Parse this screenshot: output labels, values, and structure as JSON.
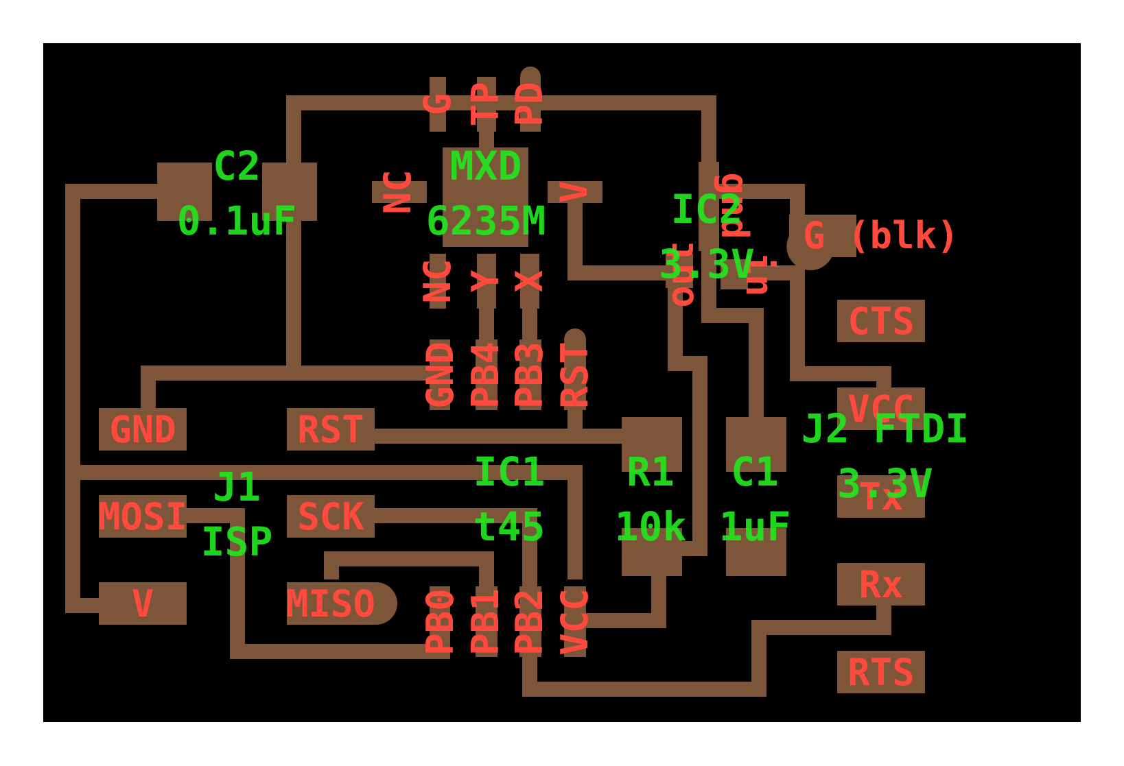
{
  "colors": {
    "background": "#ffffff",
    "board": "#000000",
    "copper": "#7d5538",
    "pad_text": "#ff4a3d",
    "part_text": "#22e61e"
  },
  "pads": {
    "gnd_left": "GND",
    "rst_left": "RST",
    "mosi": "MOSI",
    "sck": "SCK",
    "miso": "MISO",
    "v_left": "V",
    "g_top": "G",
    "tp": "TP",
    "pd": "PD",
    "nc_left": "NC",
    "v_right": "V",
    "nc_mid": "NC",
    "y": "Y",
    "x": "X",
    "gnd_ic": "GND",
    "pb4": "PB4",
    "pb3": "PB3",
    "rst_ic": "RST",
    "pb0": "PB0",
    "pb1": "PB1",
    "pb2": "PB2",
    "vcc_ic": "VCC",
    "gnd_reg": "gnd",
    "out_reg": "out",
    "in_reg": "in",
    "g_blk": "G (blk)",
    "cts": "CTS",
    "vcc_ftdi": "VCC",
    "tx": "Tx",
    "rx": "Rx",
    "rts": "RTS"
  },
  "parts": {
    "c2_name": "C2",
    "c2_value": "0.1uF",
    "mxd_name": "MXD",
    "mxd_value": "6235M",
    "ic2_name": "IC2",
    "ic2_value": "3.3V",
    "ic1_name": "IC1",
    "ic1_value": "t45",
    "r1_name": "R1",
    "r1_value": "10k",
    "c1_name": "C1",
    "c1_value": "1uF",
    "j1_name": "J1",
    "j1_value": "ISP",
    "j2_name": "J2 FTDI",
    "j2_value": "3.3V"
  }
}
